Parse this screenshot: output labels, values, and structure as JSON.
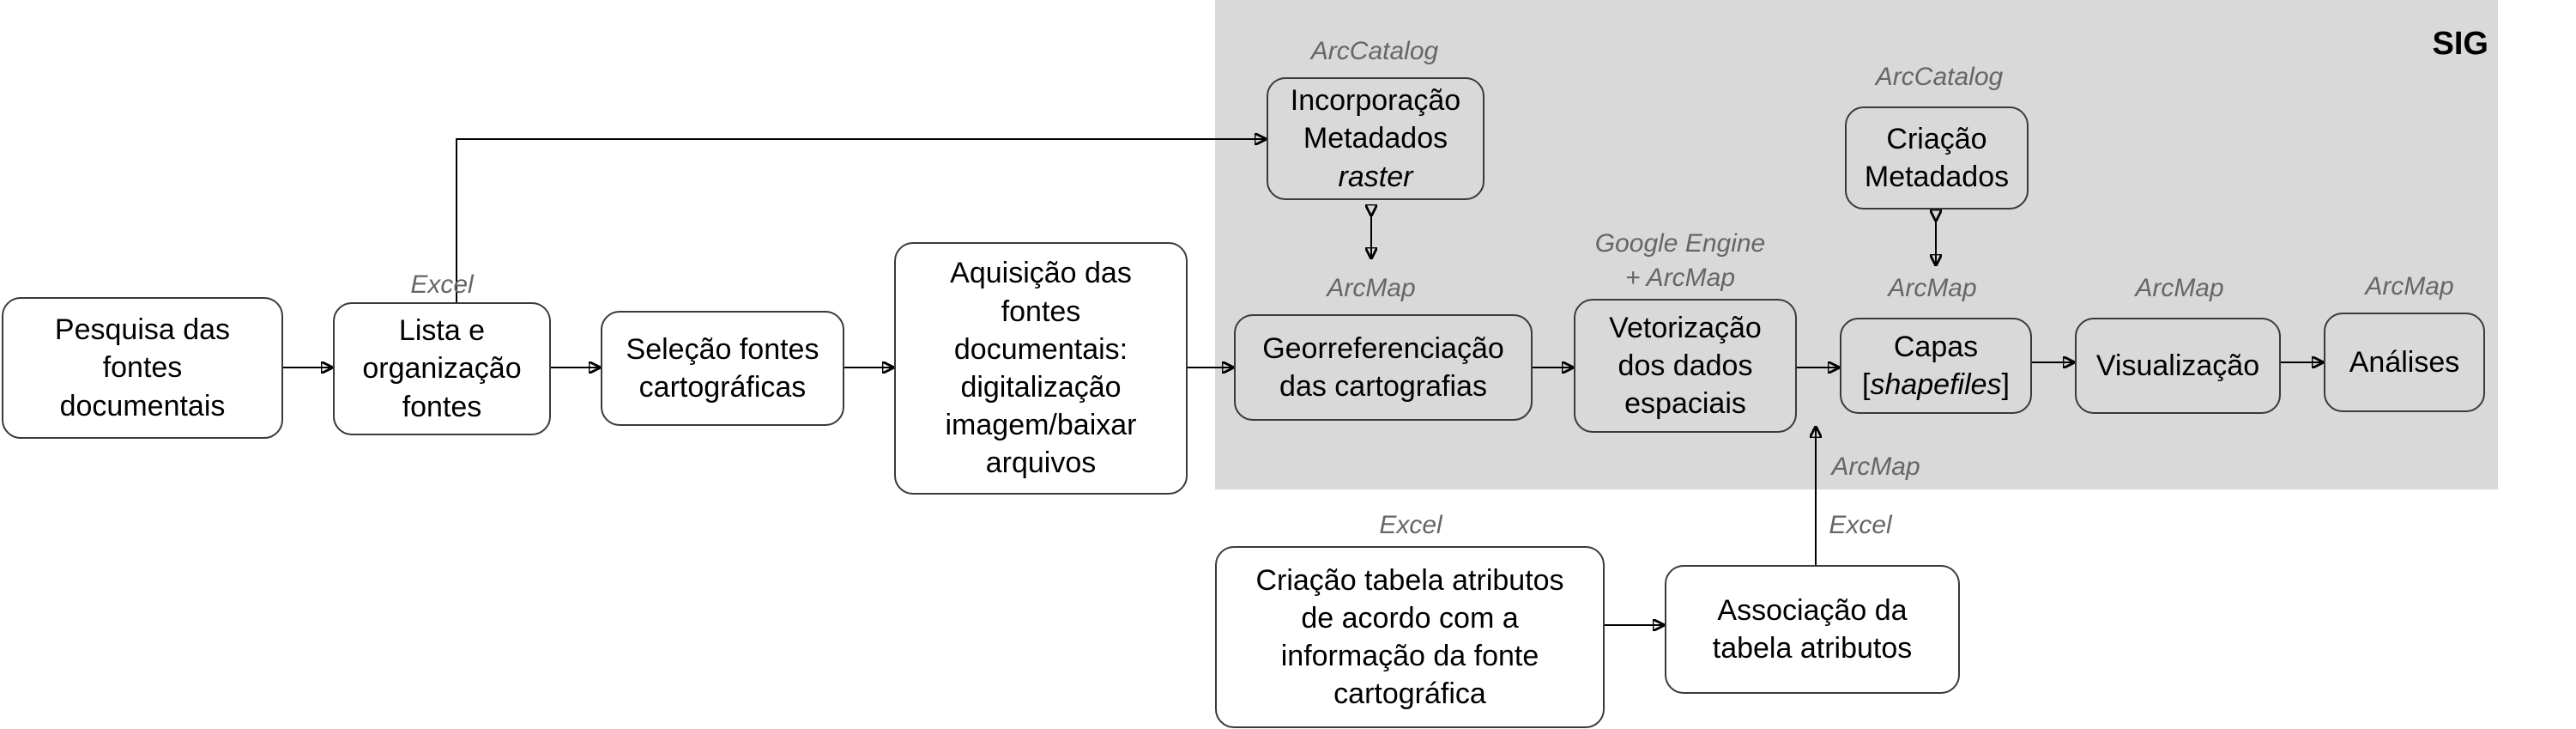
{
  "region": {
    "label": "SIG"
  },
  "nodes": {
    "pesquisa": {
      "lines": [
        "Pesquisa das",
        "fontes",
        "documentais"
      ]
    },
    "lista": {
      "lines": [
        "Lista e",
        "organização",
        "fontes"
      ]
    },
    "selecao": {
      "lines": [
        "Seleção fontes",
        "cartográficas"
      ]
    },
    "aquisicao": {
      "lines": [
        "Aquisição das",
        "fontes",
        "documentais:",
        "digitalização",
        "imagem/baixar",
        "arquivos"
      ]
    },
    "incorporacao": {
      "lines": [
        "Incorporação",
        "Metadados"
      ],
      "italic_line": "raster"
    },
    "georef": {
      "lines": [
        "Georreferenciação",
        "das cartografias"
      ]
    },
    "vetorizacao": {
      "lines": [
        "Vetorização",
        "dos dados",
        "espaciais"
      ]
    },
    "criacao_meta": {
      "lines": [
        "Criação",
        "Metadados"
      ]
    },
    "capas": {
      "line1": "Capas",
      "line2_open": "[",
      "line2_italic": "shapefiles",
      "line2_close": "]"
    },
    "visualizacao": {
      "lines": [
        "Visualização"
      ]
    },
    "analises": {
      "lines": [
        "Análises"
      ]
    },
    "criacao_tabela": {
      "lines": [
        "Criação tabela atributos",
        "de acordo com a",
        "informação da fonte",
        "cartográfica"
      ]
    },
    "associacao": {
      "lines": [
        "Associação da",
        "tabela atributos"
      ]
    }
  },
  "tools": {
    "lista": "Excel",
    "incorporacao": "ArcCatalog",
    "georef": "ArcMap",
    "vetorizacao_1": "Google Engine",
    "vetorizacao_2": "+ ArcMap",
    "criacao_meta": "ArcCatalog",
    "capas": "ArcMap",
    "visualizacao": "ArcMap",
    "analises": "ArcMap",
    "associacao_up": "ArcMap",
    "associacao_excel": "Excel",
    "criacao_tabela": "Excel"
  },
  "colors": {
    "sig_background": "#d9d9d9",
    "tool_text": "#666666",
    "border": "#3a3a3a"
  }
}
